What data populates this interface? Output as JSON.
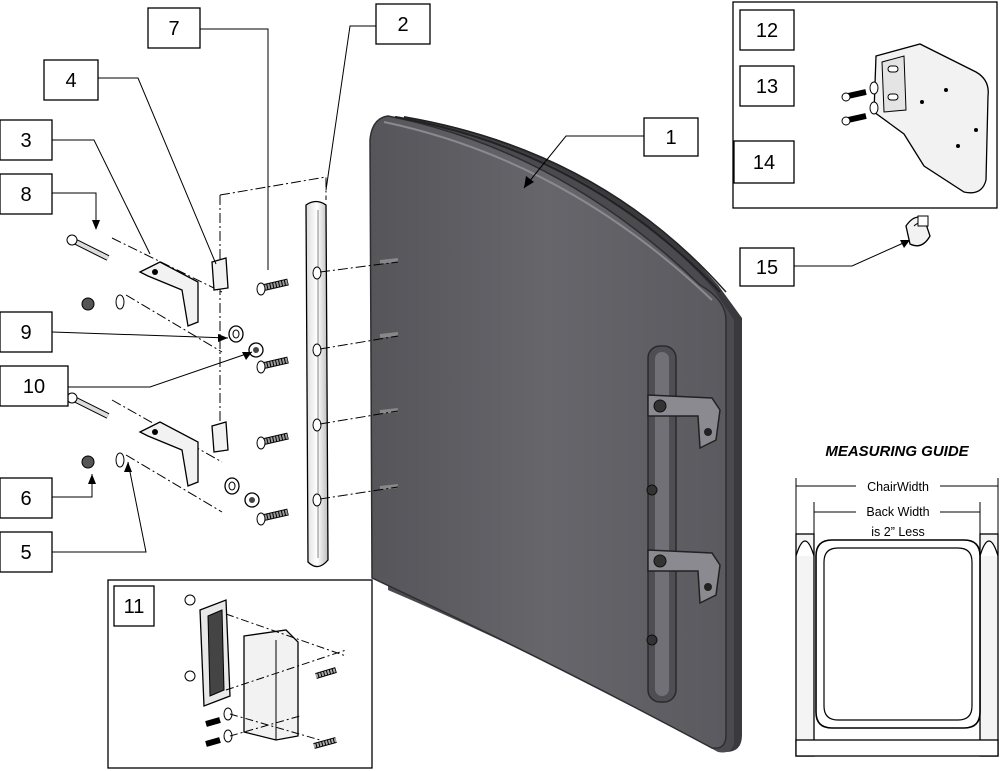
{
  "callouts": {
    "c1": "1",
    "c2": "2",
    "c3": "3",
    "c4": "4",
    "c5": "5",
    "c6": "6",
    "c7": "7",
    "c8": "8",
    "c9": "9",
    "c10": "10",
    "c11": "11",
    "c12": "12",
    "c13": "13",
    "c14": "14",
    "c15": "15"
  },
  "measuring_guide": {
    "title": "MEASURING GUIDE",
    "chair_width": "ChairWidth",
    "back_width_line1": "Back Width",
    "back_width_line2": "is 2” Less"
  },
  "colors": {
    "back_panel": "#606065",
    "panel_edge": "#3c3c40",
    "line": "#000000",
    "part_fill": "#f2f2f2"
  }
}
